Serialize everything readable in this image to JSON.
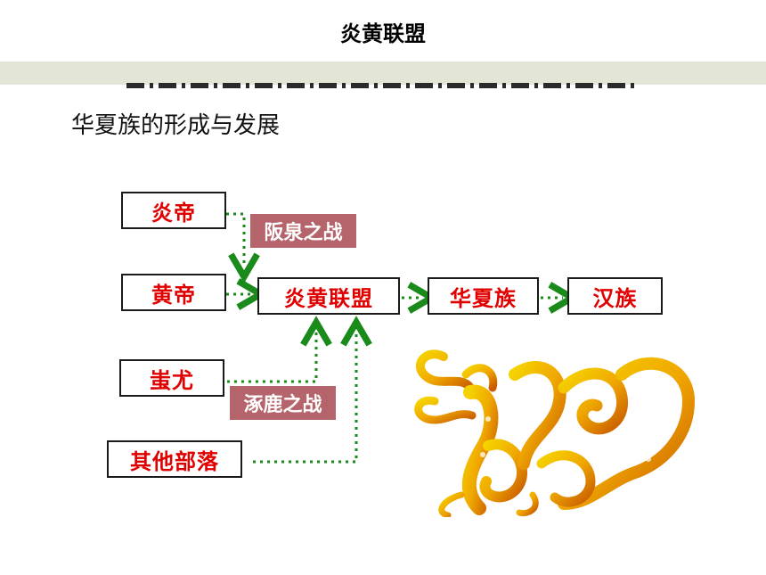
{
  "header": {
    "title": "炎黄联盟"
  },
  "section": {
    "subtitle": "华夏族的形成与发展"
  },
  "nodes": {
    "yandi": "炎帝",
    "huangdi": "黄帝",
    "chiyou": "蚩尤",
    "other_tribes": "其他部落",
    "alliance": "炎黄联盟",
    "huaxia": "华夏族",
    "han": "汉族"
  },
  "battles": {
    "banquan": "阪泉之战",
    "zhuolu": "涿鹿之战"
  },
  "colors": {
    "node_text": "#e00000",
    "arrow": "#1a8a1a",
    "battle_bg": "#b4646a",
    "band": "#e3e6d6"
  },
  "decoration": {
    "icon": "dragon-icon"
  }
}
